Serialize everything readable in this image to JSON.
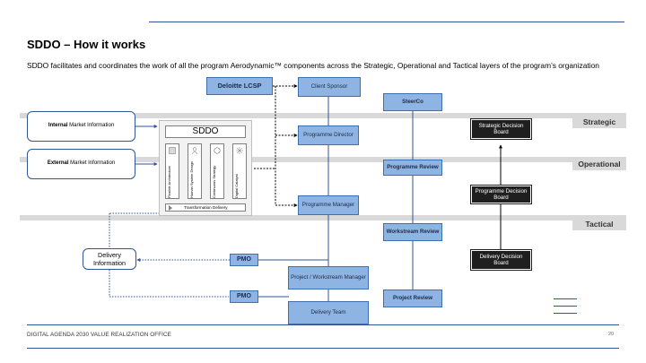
{
  "slide": {
    "title": "SDDO – How it works",
    "subtitle": "SDDO facilitates and coordinates the work of all the program Aerodynamic™ components across the Strategic, Operational and Tactical layers of the program’s organization",
    "footer_text": "DIGITAL AGENDA 2030 VALUE REALIZATION OFFICE",
    "page_number": "20"
  },
  "layers": {
    "strategic": "Strategic",
    "operational": "Operational",
    "tactical": "Tactical"
  },
  "inputs": {
    "internal_bold": "Internal",
    "internal_rest": " Market Information",
    "external_bold": "External",
    "external_rest": " Market Information"
  },
  "sddo": {
    "title": "SDDO",
    "pillars": [
      {
        "label": "Flexible Architecture",
        "icon": "grid-icon"
      },
      {
        "label": "Human System Design",
        "icon": "person-icon"
      },
      {
        "label": "Continuous Strategy",
        "icon": "circle-icon"
      },
      {
        "label": "Digital Catalyst",
        "icon": "spark-icon"
      }
    ],
    "bar_label": "Transformation Delivery"
  },
  "nodes": {
    "deloitte": "Deloitte LCSP",
    "client_sponsor": "Client Sponsor",
    "programme_director": "Programme Director",
    "programme_manager": "Programme Manager",
    "project_manager": "Project / Workstream Manager",
    "delivery_team": "Delivery Team",
    "steerco": "SteerCo",
    "programme_review": "Programme Review",
    "workstream_review": "Workstream Review",
    "project_review": "Project Review",
    "strategic_board": "Strategic Decision Board",
    "programme_board": "Programme Decision Board",
    "delivery_board": "Delivery Decision Board",
    "delivery_info": "Delivery Information",
    "pmo_1": "PMO",
    "pmo_2": "PMO"
  },
  "colors": {
    "accent_blue": "#8eb4e3",
    "border_blue": "#2f5597",
    "dark_box": "#1f1f1f",
    "band_grey": "#d9d9d9"
  }
}
